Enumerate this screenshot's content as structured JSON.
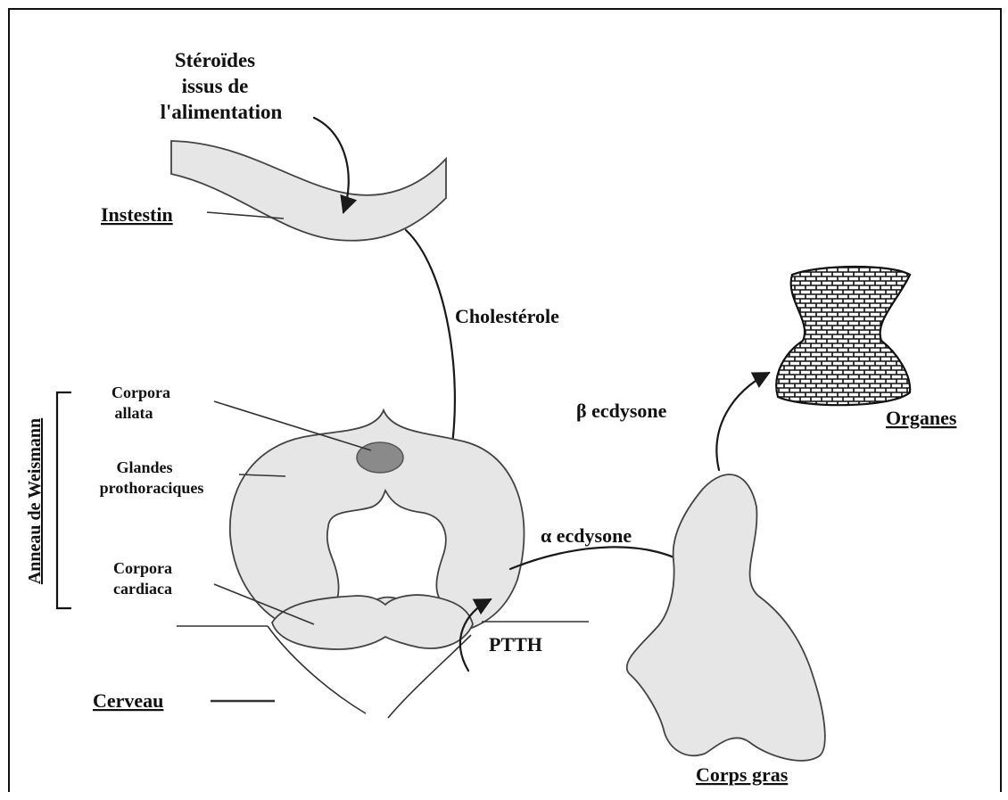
{
  "labels": {
    "steroides_l1": "Stéroïdes",
    "steroides_l2": "issus de",
    "steroides_l3": "l'alimentation",
    "instestin": "Instestin",
    "cholesterole": "Cholestérole",
    "anneau": "Anneau de Weismann",
    "corpora_allata_l1": "Corpora",
    "corpora_allata_l2": "allata",
    "glandes_l1": "Glandes",
    "glandes_l2": "prothoraciques",
    "corpora_cardiaca_l1": "Corpora",
    "corpora_cardiaca_l2": "cardiaca",
    "cerveau": "Cerveau",
    "ptth": "PTTH",
    "alpha": "α ecdysone",
    "beta": "β ecdysone",
    "organes": "Organes",
    "corps_gras": "Corps gras"
  },
  "colors": {
    "organ_fill": "#e6e6e6",
    "allata_fill": "#8a8a8a",
    "stroke": "#1a1a1a"
  }
}
